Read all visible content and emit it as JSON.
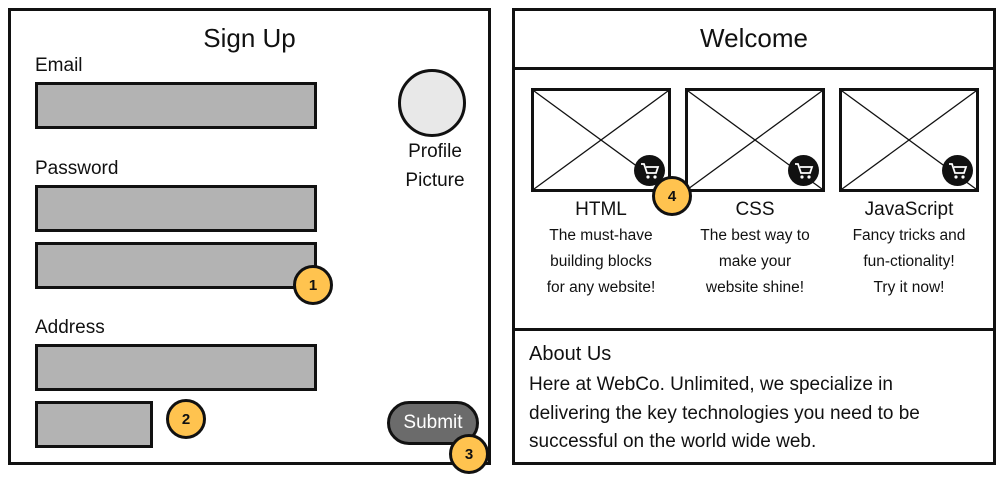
{
  "signup": {
    "title": "Sign Up",
    "email_label": "Email",
    "email_value": "",
    "password_label": "Password",
    "password_value": "",
    "password_confirm_value": "",
    "address_label": "Address",
    "address_value": "",
    "address_secondary_value": "",
    "profile_picture_label_line1": "Profile",
    "profile_picture_label_line2": "Picture",
    "submit_label": "Submit"
  },
  "welcome": {
    "title": "Welcome",
    "cards": [
      {
        "name": "HTML",
        "desc": [
          "The must-have",
          "building blocks",
          "for any website!"
        ],
        "icon": "shopping-cart-icon"
      },
      {
        "name": "CSS",
        "desc": [
          "The best way to",
          "make your",
          "website shine!"
        ],
        "icon": "shopping-cart-icon"
      },
      {
        "name": "JavaScript",
        "desc": [
          "Fancy tricks and",
          "fun-ctionality!",
          "Try it now!"
        ],
        "icon": "shopping-cart-icon"
      }
    ],
    "about_title": "About Us",
    "about_lines": [
      "Here at WebCo. Unlimited, we specialize in",
      "delivering the key technologies you need to be",
      "successful on the world wide web."
    ]
  },
  "annotations": [
    "1",
    "2",
    "3",
    "4"
  ],
  "colors": {
    "field_fill": "#b3b3b3",
    "badge_fill": "#ffc34f",
    "button_fill": "#6b6b6b",
    "border": "#111111"
  }
}
